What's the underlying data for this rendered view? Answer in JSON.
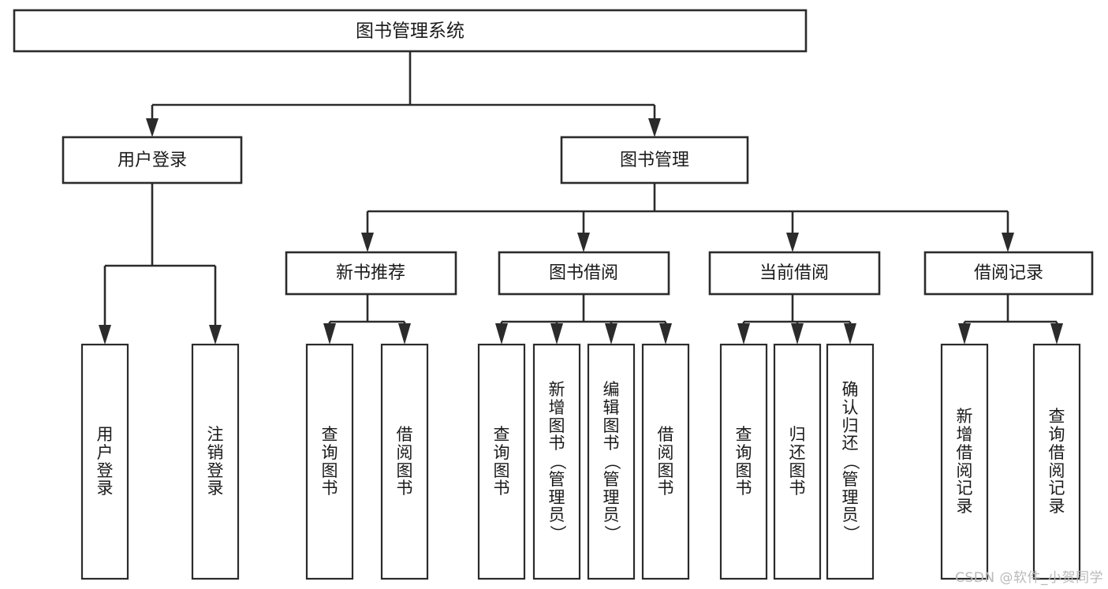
{
  "diagram": {
    "type": "tree",
    "title": "图书管理系统",
    "watermark": "CSDN @软件_小贺同学",
    "root": {
      "id": "root",
      "label": "图书管理系统",
      "orientation": "horizontal"
    },
    "level2": [
      {
        "id": "user-login",
        "label": "用户登录",
        "orientation": "horizontal"
      },
      {
        "id": "book-manage",
        "label": "图书管理",
        "orientation": "horizontal"
      }
    ],
    "level3": [
      {
        "id": "new-book-recommend",
        "label": "新书推荐",
        "orientation": "horizontal",
        "parent": "book-manage"
      },
      {
        "id": "book-borrow",
        "label": "图书借阅",
        "orientation": "horizontal",
        "parent": "book-manage"
      },
      {
        "id": "current-borrow",
        "label": "当前借阅",
        "orientation": "horizontal",
        "parent": "book-manage"
      },
      {
        "id": "borrow-record",
        "label": "借阅记录",
        "orientation": "horizontal",
        "parent": "book-manage"
      }
    ],
    "leaves": [
      {
        "id": "leaf-user-login",
        "label": "用户登录",
        "parent": "user-login",
        "orientation": "vertical"
      },
      {
        "id": "leaf-user-logout",
        "label": "注销登录",
        "parent": "user-login",
        "orientation": "vertical"
      },
      {
        "id": "leaf-query-book-1",
        "label": "查询图书",
        "parent": "new-book-recommend",
        "orientation": "vertical"
      },
      {
        "id": "leaf-borrow-book-1",
        "label": "借阅图书",
        "parent": "new-book-recommend",
        "orientation": "vertical"
      },
      {
        "id": "leaf-query-book-2",
        "label": "查询图书",
        "parent": "book-borrow",
        "orientation": "vertical"
      },
      {
        "id": "leaf-add-book",
        "label": "新增图书（管理员）",
        "parent": "book-borrow",
        "orientation": "vertical"
      },
      {
        "id": "leaf-edit-book",
        "label": "编辑图书（管理员）",
        "parent": "book-borrow",
        "orientation": "vertical"
      },
      {
        "id": "leaf-borrow-book-2",
        "label": "借阅图书",
        "parent": "book-borrow",
        "orientation": "vertical"
      },
      {
        "id": "leaf-query-book-3",
        "label": "查询图书",
        "parent": "current-borrow",
        "orientation": "vertical"
      },
      {
        "id": "leaf-return-book",
        "label": "归还图书",
        "parent": "current-borrow",
        "orientation": "vertical"
      },
      {
        "id": "leaf-confirm-return",
        "label": "确认归还（管理员）",
        "parent": "current-borrow",
        "orientation": "vertical"
      },
      {
        "id": "leaf-add-record",
        "label": "新增借阅记录",
        "parent": "borrow-record",
        "orientation": "vertical"
      },
      {
        "id": "leaf-query-record",
        "label": "查询借阅记录",
        "parent": "borrow-record",
        "orientation": "vertical"
      }
    ],
    "colors": {
      "background": "#ffffff",
      "box_fill": "#ffffff",
      "box_stroke": "#2b2b2b",
      "edge": "#2b2b2b",
      "text": "#1a1a1a",
      "watermark": "#b9b9b9"
    }
  }
}
